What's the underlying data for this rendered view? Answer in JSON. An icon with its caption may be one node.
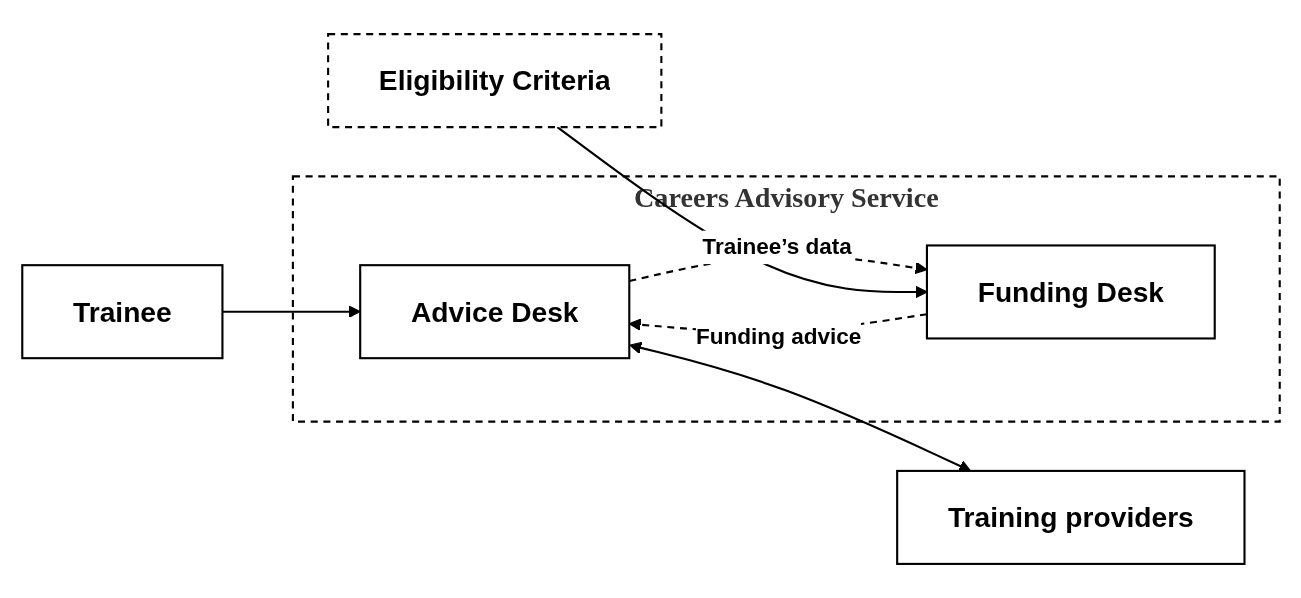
{
  "diagram": {
    "nodes": [
      {
        "text": [
          "Careers Advisory Service"
        ]
      },
      {
        "text": [
          "Trainee"
        ]
      },
      {
        "text": [
          "Advice Desk"
        ],
        "in": 0
      },
      {
        "text": [
          "Funding Desk"
        ],
        "in": 0
      },
      {
        "text": [
          "Eligibility Criteria"
        ]
      },
      {
        "text": [
          "Training providers"
        ]
      }
    ],
    "edges": [
      {
        "from": 1,
        "to": 2,
        "arrow": "to"
      },
      {
        "from": 2,
        "to": 3,
        "arrow": "to",
        "label": "Trainee’s data",
        "style": "dashed"
      },
      {
        "from": 3,
        "to": 2,
        "arrow": "to",
        "label": "Funding advice",
        "style": "dashed"
      },
      {
        "from": 4,
        "to": 3,
        "arrow": "to"
      },
      {
        "from": 2,
        "to": 5,
        "arrow": "both"
      }
    ]
  }
}
